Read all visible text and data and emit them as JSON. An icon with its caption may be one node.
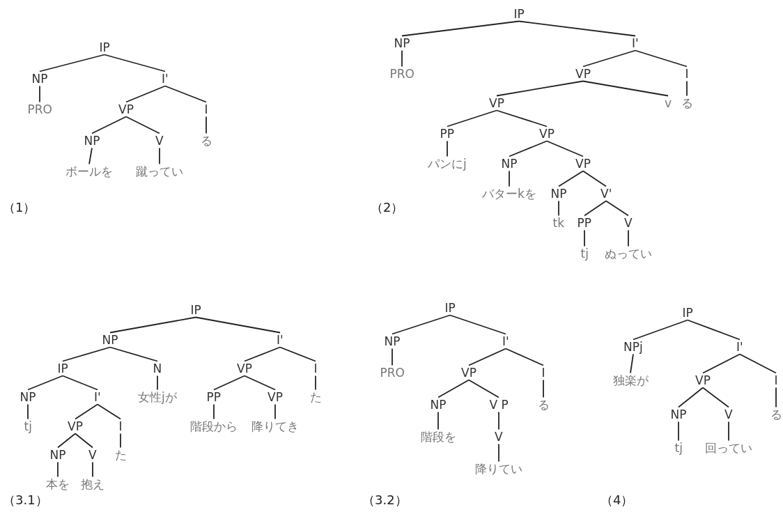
{
  "diagram": {
    "nodes": [
      {
        "text": [
          "IP"
        ]
      },
      {
        "text": [
          "NP"
        ]
      },
      {
        "text": [
          "PRO"
        ]
      },
      {
        "text": [
          "I'"
        ]
      },
      {
        "text": [
          "VP"
        ]
      },
      {
        "text": [
          "I"
        ]
      },
      {
        "text": [
          "NP"
        ]
      },
      {
        "text": [
          "V"
        ]
      },
      {
        "text": [
          "る"
        ]
      },
      {
        "text": [
          "ボールを"
        ]
      },
      {
        "text": [
          "蹴ってい"
        ]
      },
      {
        "text": [
          "IP"
        ]
      },
      {
        "text": [
          "NP"
        ]
      },
      {
        "text": [
          "PRO"
        ]
      },
      {
        "text": [
          "I'"
        ]
      },
      {
        "text": [
          "VP"
        ]
      },
      {
        "text": [
          "I"
        ]
      },
      {
        "text": [
          "VP"
        ]
      },
      {
        "text": [
          "v"
        ]
      },
      {
        "text": [
          "る"
        ]
      },
      {
        "text": [
          "PP"
        ]
      },
      {
        "text": [
          "VP"
        ]
      },
      {
        "text": [
          "パンにj"
        ]
      },
      {
        "text": [
          "NP"
        ]
      },
      {
        "text": [
          "VP"
        ]
      },
      {
        "text": [
          "バターkを"
        ]
      },
      {
        "text": [
          "NP"
        ]
      },
      {
        "text": [
          "V'"
        ]
      },
      {
        "text": [
          "tk"
        ]
      },
      {
        "text": [
          "PP"
        ]
      },
      {
        "text": [
          "V"
        ]
      },
      {
        "text": [
          "tj"
        ]
      },
      {
        "text": [
          "ぬってい"
        ]
      },
      {
        "text": [
          "IP"
        ]
      },
      {
        "text": [
          "NP"
        ]
      },
      {
        "text": [
          "I'"
        ]
      },
      {
        "text": [
          "IP"
        ]
      },
      {
        "text": [
          "N"
        ]
      },
      {
        "text": [
          "VP"
        ]
      },
      {
        "text": [
          "I"
        ]
      },
      {
        "text": [
          "NP"
        ]
      },
      {
        "text": [
          "I'"
        ]
      },
      {
        "text": [
          "女性jが"
        ]
      },
      {
        "text": [
          "PP"
        ]
      },
      {
        "text": [
          "VP"
        ]
      },
      {
        "text": [
          "た"
        ]
      },
      {
        "text": [
          "tj"
        ]
      },
      {
        "text": [
          "VP"
        ]
      },
      {
        "text": [
          "I"
        ]
      },
      {
        "text": [
          "階段から"
        ]
      },
      {
        "text": [
          "降りてき"
        ]
      },
      {
        "text": [
          "NP"
        ]
      },
      {
        "text": [
          "V"
        ]
      },
      {
        "text": [
          "た"
        ]
      },
      {
        "text": [
          "本を"
        ]
      },
      {
        "text": [
          "抱え"
        ]
      },
      {
        "text": [
          "IP"
        ]
      },
      {
        "text": [
          "NP"
        ]
      },
      {
        "text": [
          "PRO"
        ]
      },
      {
        "text": [
          "I'"
        ]
      },
      {
        "text": [
          "VP"
        ]
      },
      {
        "text": [
          "I"
        ]
      },
      {
        "text": [
          "NP"
        ]
      },
      {
        "text": [
          "V P"
        ]
      },
      {
        "text": [
          "る"
        ]
      },
      {
        "text": [
          "階段を"
        ]
      },
      {
        "text": [
          "V"
        ]
      },
      {
        "text": [
          "降りてい"
        ]
      },
      {
        "text": [
          "IP"
        ]
      },
      {
        "text": [
          "NPj"
        ]
      },
      {
        "text": [
          "I'"
        ]
      },
      {
        "text": [
          "独楽が"
        ]
      },
      {
        "text": [
          "VP"
        ]
      },
      {
        "text": [
          "I"
        ]
      },
      {
        "text": [
          "NP"
        ]
      },
      {
        "text": [
          "V"
        ]
      },
      {
        "text": [
          "る"
        ]
      },
      {
        "text": [
          "tj"
        ]
      },
      {
        "text": [
          "回ってい"
        ]
      }
    ],
    "edges": [
      {
        "from": 0,
        "to": 1,
        "arrow": "none"
      },
      {
        "from": 0,
        "to": 3,
        "arrow": "none"
      },
      {
        "from": 1,
        "to": 2,
        "arrow": "none"
      },
      {
        "from": 3,
        "to": 4,
        "arrow": "none"
      },
      {
        "from": 3,
        "to": 5,
        "arrow": "none"
      },
      {
        "from": 4,
        "to": 6,
        "arrow": "none"
      },
      {
        "from": 4,
        "to": 7,
        "arrow": "none"
      },
      {
        "from": 5,
        "to": 8,
        "arrow": "none"
      },
      {
        "from": 6,
        "to": 9,
        "arrow": "none"
      },
      {
        "from": 7,
        "to": 10,
        "arrow": "none"
      },
      {
        "from": 11,
        "to": 12,
        "arrow": "none"
      },
      {
        "from": 11,
        "to": 14,
        "arrow": "none"
      },
      {
        "from": 12,
        "to": 13,
        "arrow": "none"
      },
      {
        "from": 14,
        "to": 15,
        "arrow": "none"
      },
      {
        "from": 14,
        "to": 16,
        "arrow": "none"
      },
      {
        "from": 15,
        "to": 17,
        "arrow": "none"
      },
      {
        "from": 15,
        "to": 18,
        "arrow": "none"
      },
      {
        "from": 16,
        "to": 19,
        "arrow": "none"
      },
      {
        "from": 17,
        "to": 20,
        "arrow": "none"
      },
      {
        "from": 17,
        "to": 21,
        "arrow": "none"
      },
      {
        "from": 20,
        "to": 22,
        "arrow": "none"
      },
      {
        "from": 21,
        "to": 23,
        "arrow": "none"
      },
      {
        "from": 21,
        "to": 24,
        "arrow": "none"
      },
      {
        "from": 23,
        "to": 25,
        "arrow": "none"
      },
      {
        "from": 24,
        "to": 26,
        "arrow": "none"
      },
      {
        "from": 24,
        "to": 27,
        "arrow": "none"
      },
      {
        "from": 26,
        "to": 28,
        "arrow": "none"
      },
      {
        "from": 27,
        "to": 29,
        "arrow": "none"
      },
      {
        "from": 27,
        "to": 30,
        "arrow": "none"
      },
      {
        "from": 29,
        "to": 31,
        "arrow": "none"
      },
      {
        "from": 30,
        "to": 32,
        "arrow": "none"
      },
      {
        "from": 33,
        "to": 34,
        "arrow": "none"
      },
      {
        "from": 33,
        "to": 35,
        "arrow": "none"
      },
      {
        "from": 34,
        "to": 36,
        "arrow": "none"
      },
      {
        "from": 34,
        "to": 37,
        "arrow": "none"
      },
      {
        "from": 35,
        "to": 38,
        "arrow": "none"
      },
      {
        "from": 35,
        "to": 39,
        "arrow": "none"
      },
      {
        "from": 36,
        "to": 40,
        "arrow": "none"
      },
      {
        "from": 36,
        "to": 41,
        "arrow": "none"
      },
      {
        "from": 37,
        "to": 42,
        "arrow": "none"
      },
      {
        "from": 38,
        "to": 43,
        "arrow": "none"
      },
      {
        "from": 38,
        "to": 44,
        "arrow": "none"
      },
      {
        "from": 39,
        "to": 45,
        "arrow": "none"
      },
      {
        "from": 40,
        "to": 46,
        "arrow": "none"
      },
      {
        "from": 41,
        "to": 47,
        "arrow": "none"
      },
      {
        "from": 41,
        "to": 48,
        "arrow": "none"
      },
      {
        "from": 43,
        "to": 49,
        "arrow": "none"
      },
      {
        "from": 44,
        "to": 50,
        "arrow": "none"
      },
      {
        "from": 47,
        "to": 51,
        "arrow": "none"
      },
      {
        "from": 47,
        "to": 52,
        "arrow": "none"
      },
      {
        "from": 48,
        "to": 53,
        "arrow": "none"
      },
      {
        "from": 51,
        "to": 54,
        "arrow": "none"
      },
      {
        "from": 52,
        "to": 55,
        "arrow": "none"
      },
      {
        "from": 56,
        "to": 57,
        "arrow": "none"
      },
      {
        "from": 56,
        "to": 59,
        "arrow": "none"
      },
      {
        "from": 57,
        "to": 58,
        "arrow": "none"
      },
      {
        "from": 59,
        "to": 60,
        "arrow": "none"
      },
      {
        "from": 59,
        "to": 61,
        "arrow": "none"
      },
      {
        "from": 60,
        "to": 62,
        "arrow": "none"
      },
      {
        "from": 60,
        "to": 63,
        "arrow": "none"
      },
      {
        "from": 61,
        "to": 64,
        "arrow": "none"
      },
      {
        "from": 62,
        "to": 65,
        "arrow": "none"
      },
      {
        "from": 63,
        "to": 66,
        "arrow": "none"
      },
      {
        "from": 66,
        "to": 67,
        "arrow": "none"
      },
      {
        "from": 68,
        "to": 69,
        "arrow": "none"
      },
      {
        "from": 68,
        "to": 70,
        "arrow": "none"
      },
      {
        "from": 69,
        "to": 71,
        "arrow": "none"
      },
      {
        "from": 70,
        "to": 72,
        "arrow": "none"
      },
      {
        "from": 70,
        "to": 73,
        "arrow": "none"
      },
      {
        "from": 72,
        "to": 74,
        "arrow": "none"
      },
      {
        "from": 72,
        "to": 75,
        "arrow": "none"
      },
      {
        "from": 73,
        "to": 76,
        "arrow": "none"
      },
      {
        "from": 74,
        "to": 77,
        "arrow": "none"
      },
      {
        "from": 75,
        "to": 78,
        "arrow": "none"
      }
    ],
    "labels": [
      "（1）",
      "（2）",
      "（3.1）",
      "（3.2）",
      "（4）"
    ]
  }
}
